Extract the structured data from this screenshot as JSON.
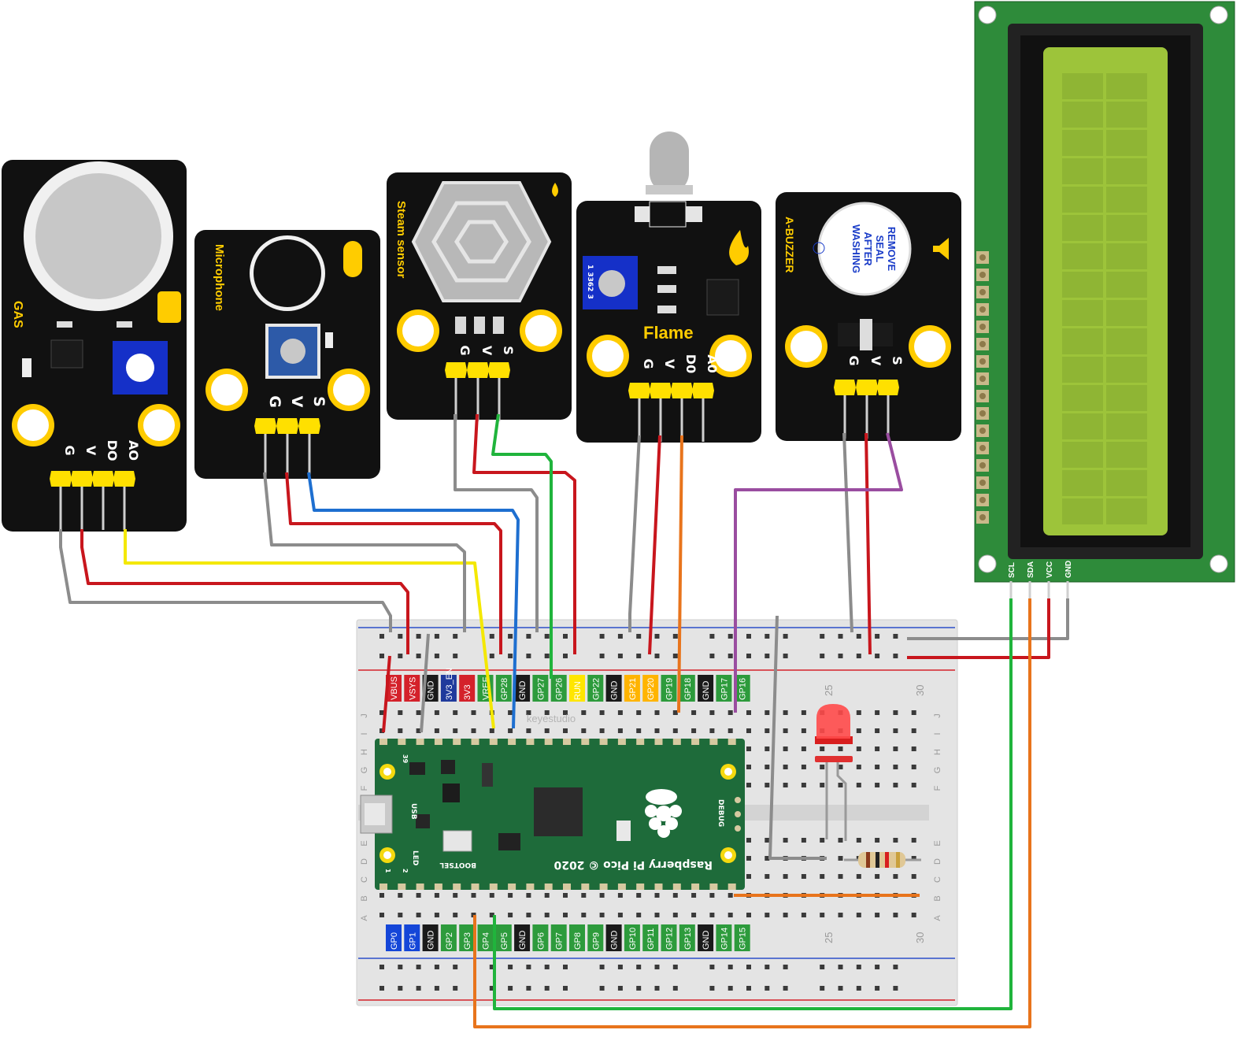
{
  "colors": {
    "module_black": "#111111",
    "module_yellow": "#ffcc00",
    "wire_gray": "#8c8c8c",
    "wire_red": "#c8161d",
    "wire_yellow": "#f4e800",
    "wire_blue": "#1e6fd0",
    "wire_green": "#20b43c",
    "wire_orange": "#e8741c",
    "wire_purple": "#9a4da0",
    "pico_green": "#1e6b3a",
    "lcd_board": "#2e8b3a",
    "lcd_screen": "#9dc43a"
  },
  "modules": {
    "gas": {
      "title": "GAS",
      "pins": [
        "G",
        "V",
        "DO",
        "AO"
      ]
    },
    "microphone": {
      "title": "Microphone",
      "pins": [
        "G",
        "V",
        "S"
      ]
    },
    "steam": {
      "title": "Steam sensor",
      "pins": [
        "G",
        "V",
        "S"
      ]
    },
    "flame": {
      "title": "Flame",
      "pins": [
        "G",
        "V",
        "D0",
        "A0"
      ],
      "pot_text": "1 3362 3"
    },
    "buzzer": {
      "title": "A-BUZZER",
      "pins": [
        "G",
        "V",
        "S"
      ],
      "seal_lines": [
        "REMOVE",
        "SEAL",
        "AFTER",
        "WASHING"
      ]
    }
  },
  "lcd": {
    "pins": [
      "SCL",
      "SDA",
      "VCC",
      "GND"
    ]
  },
  "breadboard": {
    "brand": "keyestudio",
    "top_header": [
      "VBUS",
      "VSYS",
      "GND",
      "3V3_EN",
      "3V3",
      "VREF",
      "GP28",
      "GND",
      "GP27",
      "GP26",
      "RUN",
      "GP22",
      "GND",
      "GP21",
      "GP20",
      "GP19",
      "GP18",
      "GND",
      "GP17",
      "GP16"
    ],
    "bottom_header": [
      "GP0",
      "GP1",
      "GND",
      "GP2",
      "GP3",
      "GP4",
      "GP5",
      "GND",
      "GP6",
      "GP7",
      "GP8",
      "GP9",
      "GND",
      "GP10",
      "GP11",
      "GP12",
      "GP13",
      "GND",
      "GP14",
      "GP15"
    ],
    "header_colors": {
      "power": "#d4212a",
      "gnd": "#1a1a1a",
      "gpio": "#2d9b3c",
      "enable": "#1f3a9c",
      "run": "#ffe600",
      "i2c": "#ffb400",
      "uart": "#1446d8"
    },
    "col_labels": [
      "25",
      "30"
    ],
    "row_labels_top": [
      "J",
      "I",
      "H",
      "G",
      "F"
    ],
    "row_labels_bottom": [
      "E",
      "D",
      "C",
      "B",
      "A"
    ]
  },
  "pico": {
    "name": "Raspberry Pi Pico © 2020",
    "usb": "USB",
    "led": "LED",
    "bootsel": "BOOTSEL",
    "debug": "DEBUG",
    "pin_39": "39",
    "pin_1": "1",
    "pin_2": "2"
  }
}
